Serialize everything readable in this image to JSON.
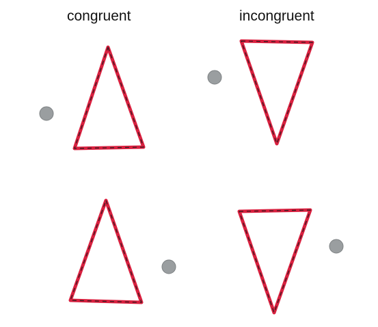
{
  "labels": {
    "congruent": "congruent",
    "incongruent": "incongruent"
  },
  "colors": {
    "triangle_fill": "#d9203f",
    "triangle_edge": "#2a1a1e",
    "dot": "#9a9ea0",
    "dot_edge": "#7d8183"
  },
  "panels": [
    {
      "condition": "congruent",
      "triangle": "upward",
      "dot_side": "left"
    },
    {
      "condition": "incongruent",
      "triangle": "downward",
      "dot_side": "left"
    },
    {
      "condition": "congruent",
      "triangle": "upward",
      "dot_side": "right"
    },
    {
      "condition": "incongruent",
      "triangle": "downward",
      "dot_side": "right"
    }
  ]
}
